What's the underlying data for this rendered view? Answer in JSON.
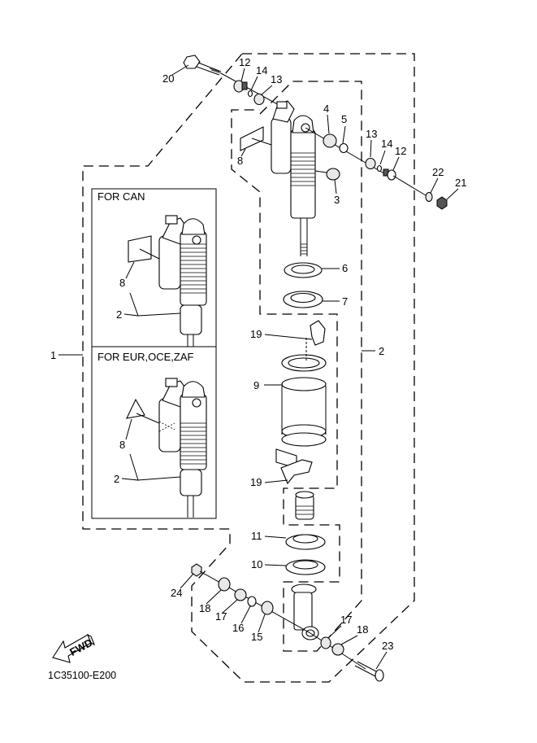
{
  "diagram": {
    "title": "Rear shock absorber assembly exploded parts diagram",
    "diagram_code": "1C35100-E200",
    "direction_indicator": "FWD",
    "insets": [
      {
        "id": "can",
        "title": "FOR CAN",
        "callouts": [
          "8",
          "2"
        ]
      },
      {
        "id": "eur",
        "title": "FOR EUR,OCE,ZAF",
        "callouts": [
          "8",
          "2"
        ]
      }
    ],
    "group_labels": {
      "group_1": "1",
      "group_2": "2"
    },
    "callouts": [
      {
        "num": "20",
        "part": "bolt"
      },
      {
        "num": "12",
        "part": "collar (upper left)"
      },
      {
        "num": "14",
        "part": "o-ring (upper left)"
      },
      {
        "num": "13",
        "part": "oil seal (upper left)"
      },
      {
        "num": "4",
        "part": "bushing"
      },
      {
        "num": "5",
        "part": "circlip"
      },
      {
        "num": "13",
        "part": "oil seal (upper right)"
      },
      {
        "num": "14",
        "part": "o-ring (upper right)"
      },
      {
        "num": "12",
        "part": "collar (upper right)"
      },
      {
        "num": "22",
        "part": "washer"
      },
      {
        "num": "21",
        "part": "nut"
      },
      {
        "num": "8",
        "part": "label"
      },
      {
        "num": "3",
        "part": "adjuster"
      },
      {
        "num": "6",
        "part": "ring nut"
      },
      {
        "num": "7",
        "part": "lock nut"
      },
      {
        "num": "19",
        "part": "spring guide (upper)"
      },
      {
        "num": "9",
        "part": "spring"
      },
      {
        "num": "19",
        "part": "spring guide (lower)"
      },
      {
        "num": "11",
        "part": "bumper cap"
      },
      {
        "num": "10",
        "part": "bumper"
      },
      {
        "num": "24",
        "part": "nut"
      },
      {
        "num": "18",
        "part": "oil seal (lower left)"
      },
      {
        "num": "17",
        "part": "collar (lower left)"
      },
      {
        "num": "16",
        "part": "bearing"
      },
      {
        "num": "15",
        "part": "bearing"
      },
      {
        "num": "17",
        "part": "collar (lower right)"
      },
      {
        "num": "18",
        "part": "oil seal (lower right)"
      },
      {
        "num": "23",
        "part": "bolt"
      }
    ]
  }
}
